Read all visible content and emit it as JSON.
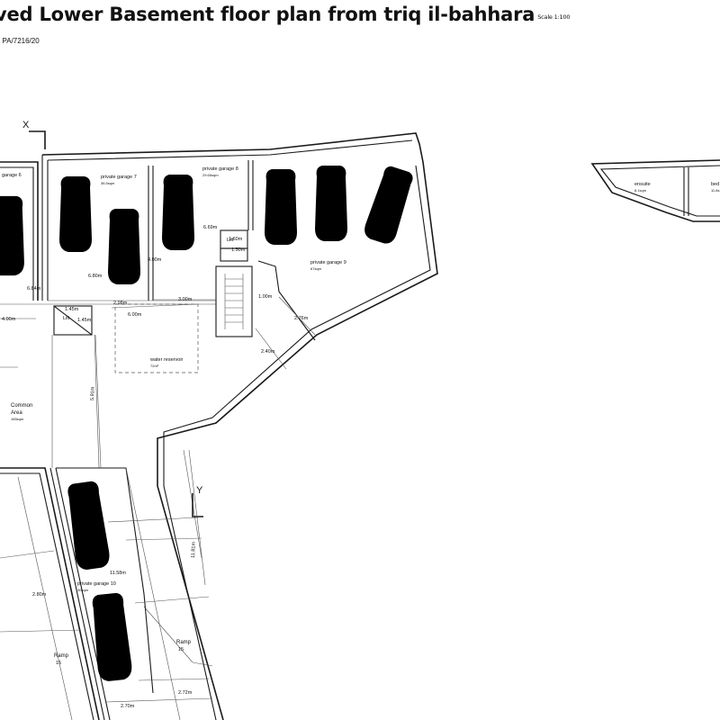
{
  "title": "ved Lower Basement floor plan from triq il-bahhara",
  "scale": "Scale 1:100",
  "reference": "I PA/7216/20",
  "section_markers": {
    "x": "X",
    "y": "Y"
  },
  "rooms": {
    "garage6_label": "garage 6",
    "garage7_label": "private garage 7",
    "garage7_area": "36.5sqm",
    "garage8_label": "private garage 8",
    "garage8_area": "29.65sqm",
    "garage9_label": "private garage 9",
    "garage9_area": "67sqm",
    "garage10_label": "private garage 10",
    "garage10_area": "30sqm",
    "water_label": "water reservoir",
    "water_area": "72m³",
    "common_label1": "Common",
    "common_label2": "Area",
    "common_area": "165sqm",
    "lift_left": "Lift",
    "lift_right": "Lift",
    "ramp_left": "Ramp",
    "ramp_left_ratio": "15",
    "ramp_right": "Ramp",
    "ramp_right_ratio": "15",
    "ensuite_label": "ensuite",
    "ensuite_area": "8.1sqm",
    "bed_label": "bed",
    "bed_area": "11.8s"
  },
  "dimensions": {
    "d684": "6.84m",
    "d400a": "4.00m",
    "d680": "6.80m",
    "d400b": "4.00m",
    "d669": "6.69m",
    "d160": "1.60m",
    "d150": "1.50m",
    "d298": "2.98m",
    "d300": "3.00m",
    "d600": "6.00m",
    "d145a": "1.45m",
    "d145b": "1.45m",
    "d100": "1.00m",
    "d276": "2.76m",
    "d240": "2.40m",
    "d591": "5.91m",
    "d1181": "11.81m",
    "d1158": "11.58m",
    "d280": "2.80m",
    "d270": "2.70m",
    "d272": "2.72m"
  }
}
